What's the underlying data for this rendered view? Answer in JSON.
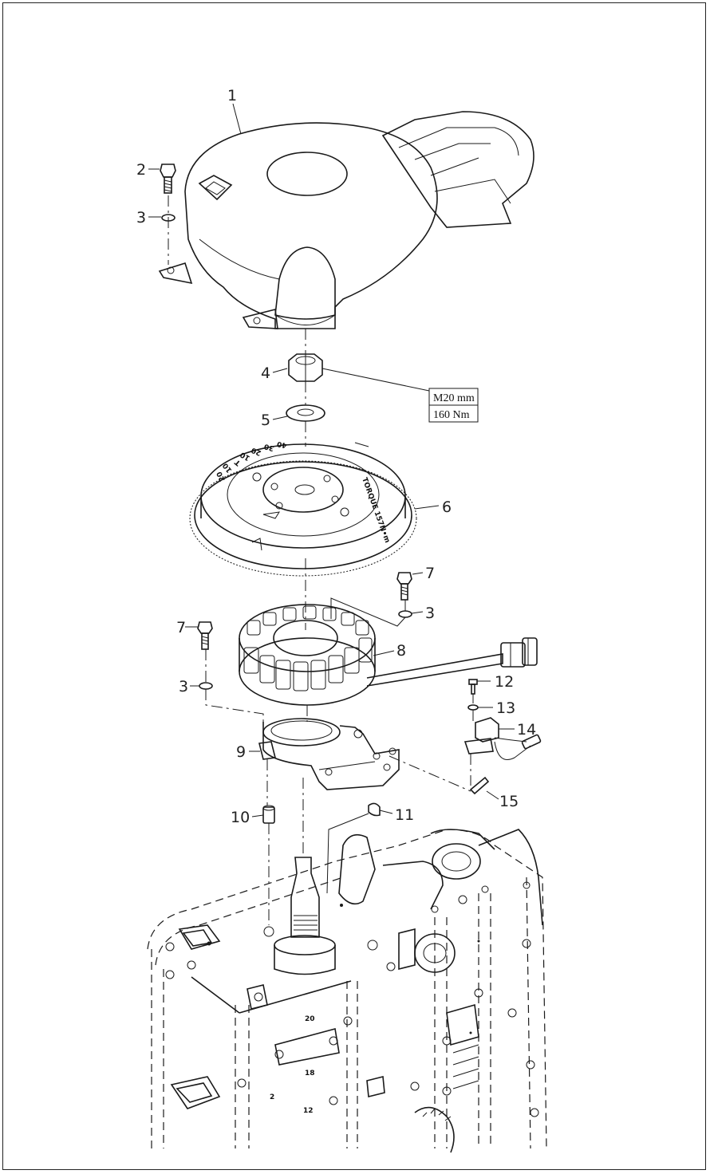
{
  "callouts": [
    {
      "num": "1"
    },
    {
      "num": "2"
    },
    {
      "num": "3"
    },
    {
      "num": "4"
    },
    {
      "num": "5"
    },
    {
      "num": "6"
    },
    {
      "num": "7"
    },
    {
      "num": "3"
    },
    {
      "num": "8"
    },
    {
      "num": "7"
    },
    {
      "num": "3"
    },
    {
      "num": "12"
    },
    {
      "num": "13"
    },
    {
      "num": "14"
    },
    {
      "num": "9"
    },
    {
      "num": "15"
    },
    {
      "num": "10"
    },
    {
      "num": "11"
    }
  ],
  "torque_spec": {
    "thread": "M20 mm",
    "torque": "160 Nm"
  },
  "flywheel_markings": {
    "torque_text": "TORQUE 157N•m",
    "scale": [
      "40",
      "30",
      "20",
      "10",
      "T",
      "10",
      "20"
    ]
  },
  "block_numbers": [
    "20",
    "18",
    "12",
    "2"
  ]
}
